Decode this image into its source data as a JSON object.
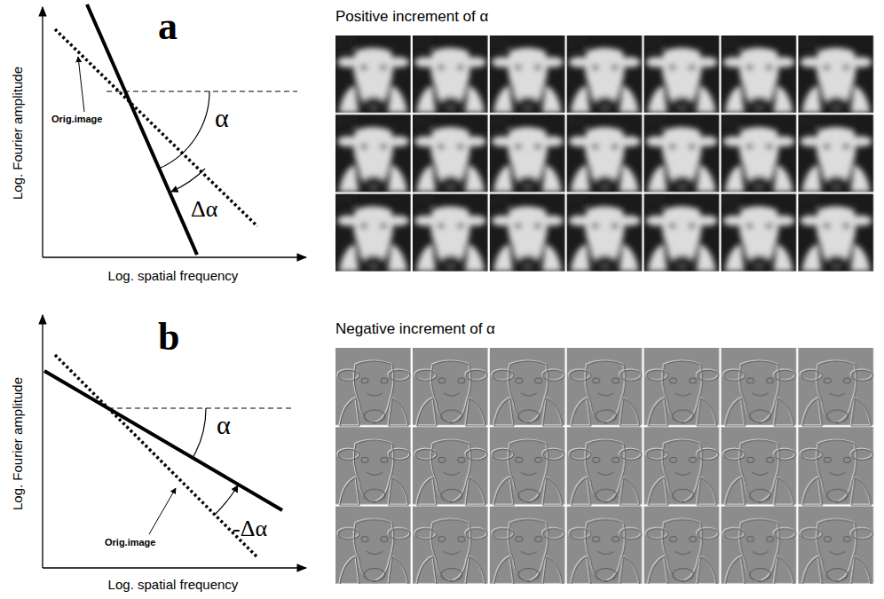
{
  "diagram": {
    "labels": [
      "a",
      "Log. Fourier amplitude",
      "Log. spatial frequency",
      "α",
      "Δα",
      "Orig.image",
      "Positive increment of α",
      "b",
      "Log. Fourier amplitude",
      "Log. spatial frequency",
      "α",
      "-Δα",
      "Orig.image",
      "Negative increment of α"
    ]
  }
}
